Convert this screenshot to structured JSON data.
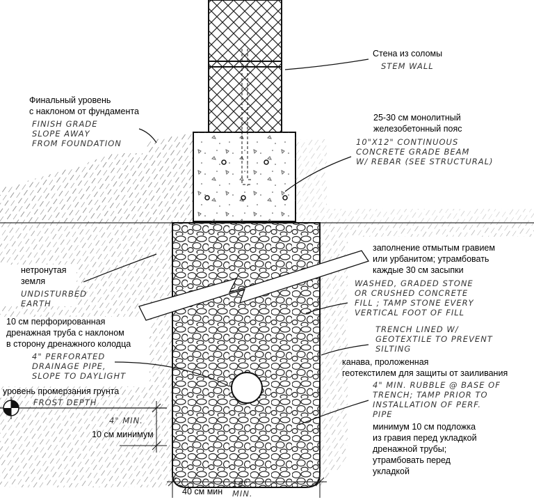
{
  "labels": {
    "stem_wall": {
      "ru": "Стена из соломы",
      "en": [
        "STEM WALL"
      ]
    },
    "finish_grade": {
      "ru": [
        "Финальный уровень",
        "с наклоном от фундамента"
      ],
      "en": [
        "FINISH GRADE",
        "SLOPE AWAY",
        "FROM FOUNDATION"
      ]
    },
    "grade_beam": {
      "ru": [
        "25-30 см монолитный",
        "железобетонный пояс"
      ],
      "en": [
        "10\"X12\" CONTINUOUS",
        "CONCRETE GRADE BEAM",
        "W/ REBAR  (SEE STRUCTURAL)"
      ]
    },
    "undisturbed": {
      "ru": [
        "нетронутая",
        "земля"
      ],
      "en": [
        "UNDISTURBED",
        "EARTH"
      ]
    },
    "stone_fill": {
      "ru": [
        "заполнение отмытым гравием",
        "или урбанитом; утрамбовать",
        "каждые 30 см засыпки"
      ],
      "en": [
        "WASHED, GRADED STONE",
        "OR CRUSHED CONCRETE",
        "FILL ; TAMP STONE EVERY",
        "VERTICAL FOOT OF FILL"
      ]
    },
    "drain_pipe": {
      "ru": [
        "10 см перфорированная",
        "дренажная труба с наклоном",
        "в сторону дренажного колодца"
      ],
      "en": [
        "4\" PERFORATED",
        "DRAINAGE PIPE,",
        "SLOPE TO DAYLIGHT"
      ]
    },
    "geotextile": {
      "ru": [
        "канава, проложенная",
        "геотекстилем для защиты от заиливания"
      ],
      "en": [
        "TRENCH LINED W/",
        "GEOTEXTILE TO PREVENT",
        "SILTING"
      ]
    },
    "rubble": {
      "ru": [
        "минимум 10 см подложка",
        "из гравия перед укладкой",
        "дренажной трубы;",
        "утрамбовать перед",
        "укладкой"
      ],
      "en": [
        "4\" MIN. RUBBLE @ BASE OF",
        "TRENCH; TAMP PRIOR TO",
        "INSTALLATION OF PERF.",
        "PIPE"
      ]
    },
    "frost_depth": {
      "ru": "уровень промерзания грунта",
      "en": "FROST DEPTH"
    },
    "min_depth": {
      "en": "4\" MIN.",
      "ru": "10 см минимум"
    },
    "trench_width": {
      "ru": "40 см мин",
      "en": [
        "16\"",
        "MIN."
      ]
    }
  }
}
